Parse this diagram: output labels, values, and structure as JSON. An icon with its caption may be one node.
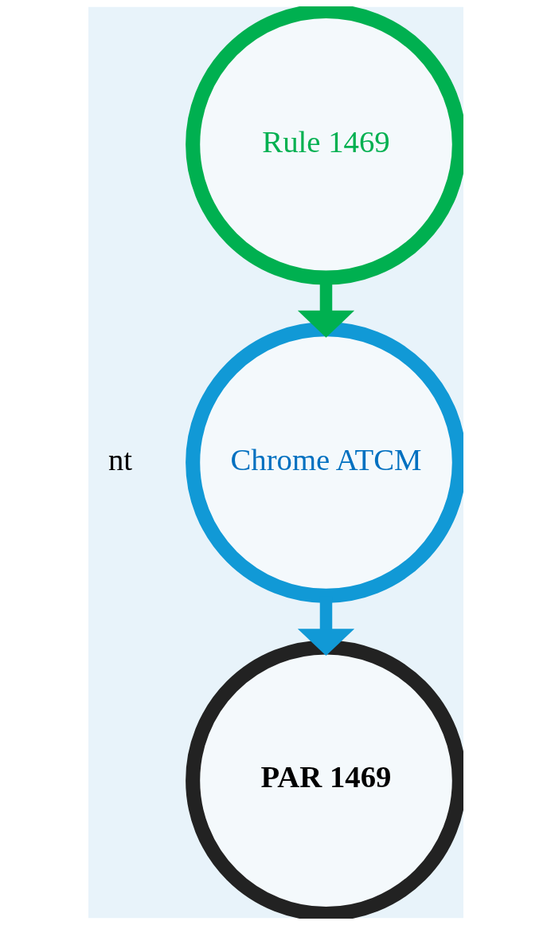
{
  "diagram": {
    "nodes": [
      {
        "text": [
          "Rule 1469"
        ]
      },
      {
        "text": [
          "Chrome ATCM"
        ]
      },
      {
        "text": [
          "PAR 1469"
        ]
      }
    ],
    "edges": [
      {
        "from": 0,
        "to": 1,
        "arrow": "to",
        "color": "#00b050"
      },
      {
        "from": 1,
        "to": 2,
        "arrow": "to",
        "color": "#1199d6"
      }
    ],
    "labels": [
      "nt"
    ]
  }
}
